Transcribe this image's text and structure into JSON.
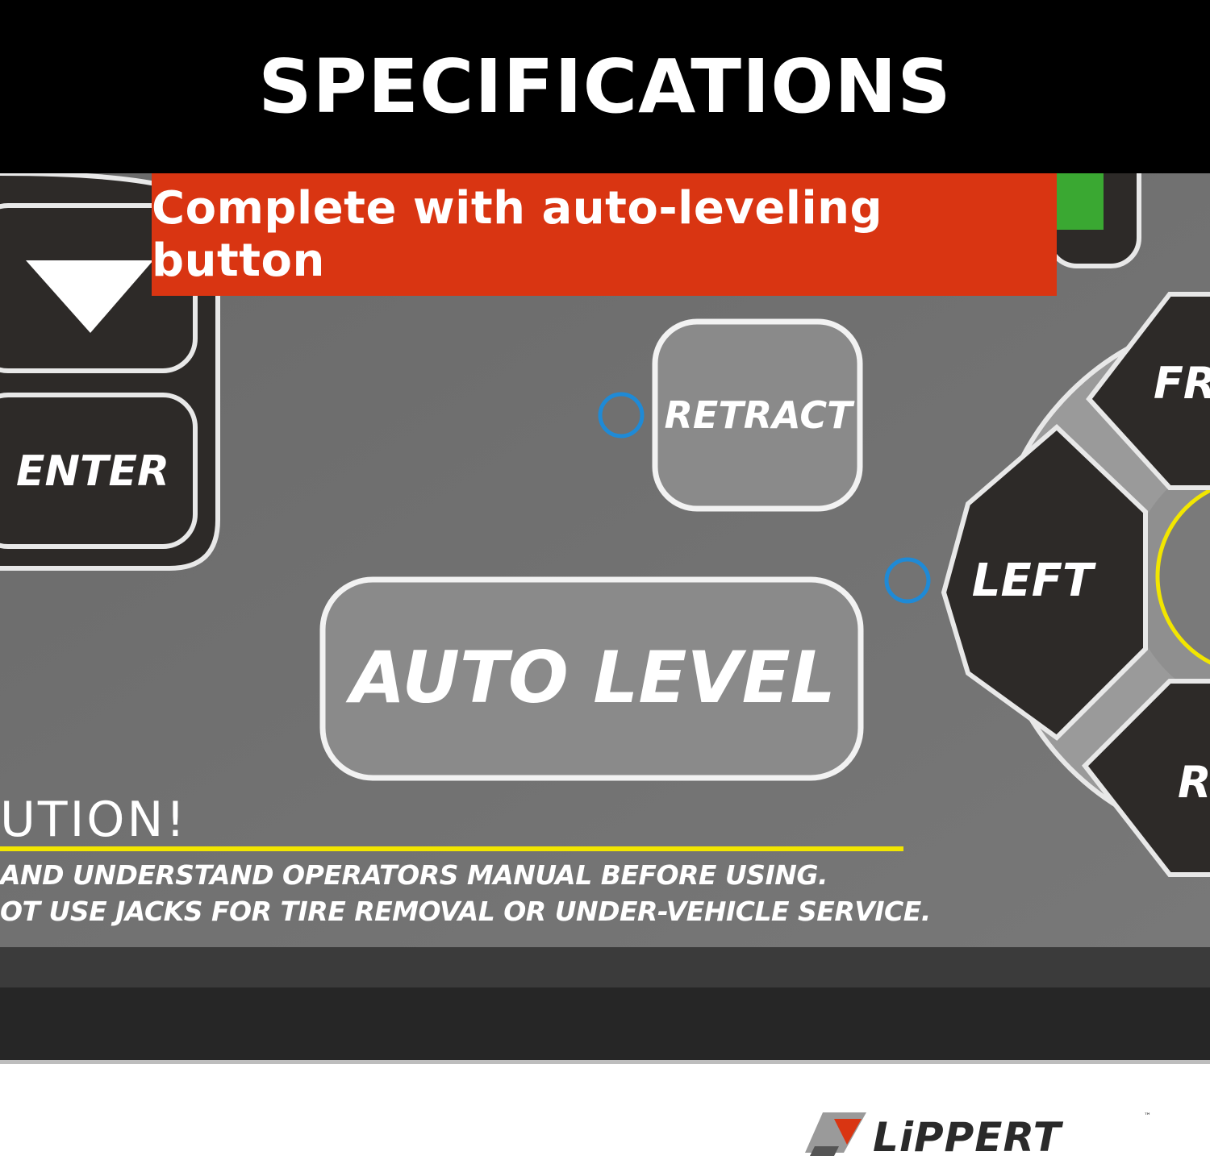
{
  "header": {
    "title": "SPECIFICATIONS"
  },
  "banner": {
    "text": "Complete with auto-leveling button"
  },
  "panel": {
    "keys": {
      "enter": "ENTER",
      "retract": "RETRACT",
      "auto_level": "AUTO LEVEL",
      "left": "LEFT",
      "front_partial": "FR",
      "rear_partial": "R"
    },
    "caution_heading": "UTION!",
    "warnings": [
      "AND UNDERSTAND OPERATORS MANUAL BEFORE USING.",
      "OT USE JACKS FOR TIRE REMOVAL OR UNDER-VEHICLE SERVICE."
    ],
    "colors": {
      "panel": "#6f6f6f",
      "key_dark": "#2d2a28",
      "key_light": "#8a8a8a",
      "indicator": "#1f8ad6",
      "caution_line": "#f2e600",
      "status_green": "#3aa832"
    }
  },
  "brand": {
    "name": "LiPPERT",
    "tm": "™"
  }
}
